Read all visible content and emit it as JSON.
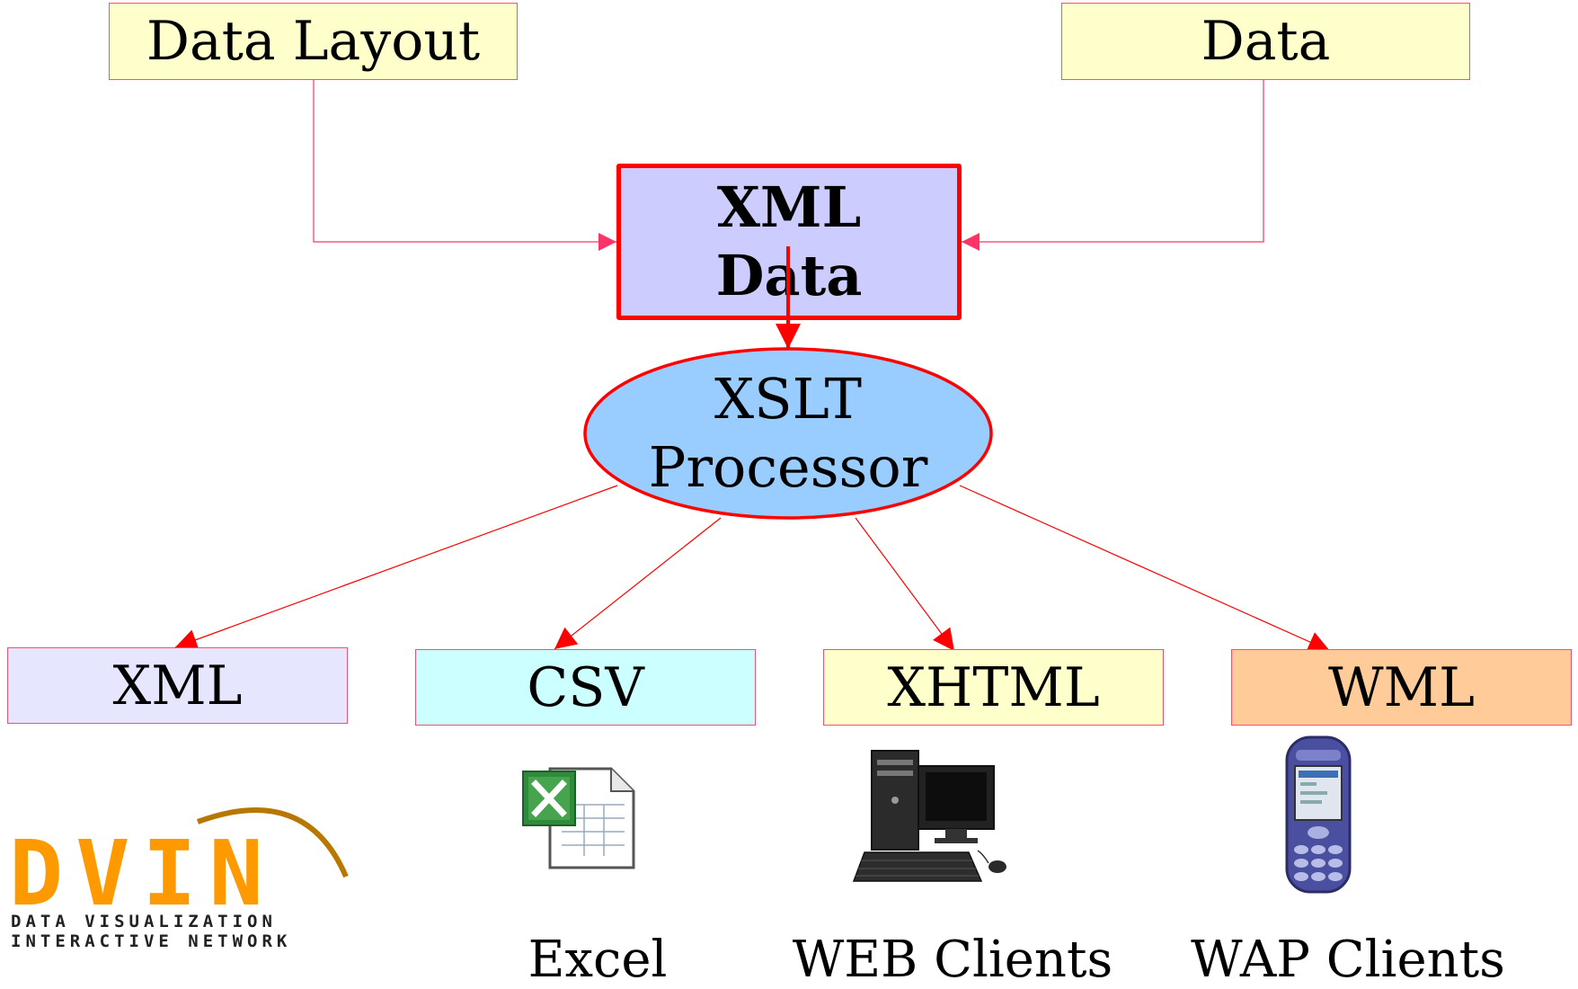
{
  "nodes": {
    "data_layout": "Data Layout",
    "data": "Data",
    "xml_data_line1": "XML",
    "xml_data_line2": "Data",
    "xslt_line1": "XSLT",
    "xslt_line2": "Processor"
  },
  "outputs": [
    {
      "label": "XML",
      "fill": "#e6e6ff"
    },
    {
      "label": "CSV",
      "fill": "#ccffff"
    },
    {
      "label": "XHTML",
      "fill": "#ffffcc"
    },
    {
      "label": "WML",
      "fill": "#ffcc99"
    }
  ],
  "clients": {
    "excel": "Excel",
    "web": "WEB Clients",
    "wap": "WAP Clients"
  },
  "logo": {
    "word": "DVIN",
    "line1": "DATA VISUALIZATION",
    "line2": "INTERACTIVE NETWORK"
  },
  "colors": {
    "connector": "#ff3366",
    "arrow": "#ff0000",
    "ellipse_fill": "#99ccff",
    "center_fill": "#ccccff",
    "top_fill": "#ffffcc",
    "logo_orange": "#ff9900"
  },
  "icons": [
    "excel-spreadsheet-icon",
    "desktop-computer-icon",
    "mobile-phone-icon"
  ]
}
